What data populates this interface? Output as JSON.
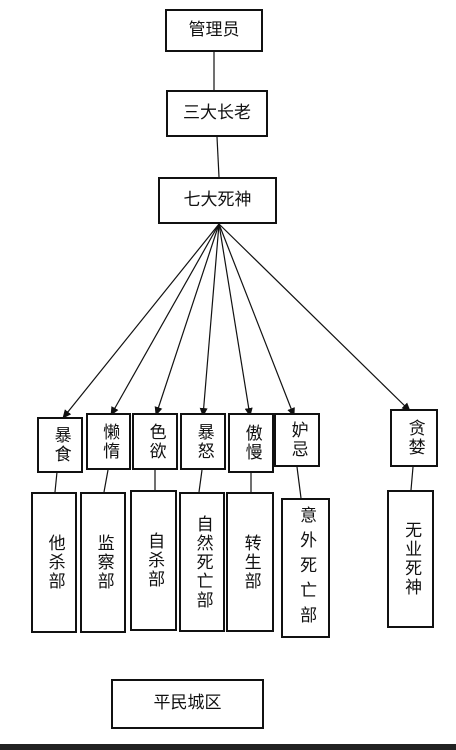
{
  "diagram": {
    "top": {
      "admin": "管理员",
      "elders": "三大长老",
      "death_gods": "七大死神"
    },
    "sins": [
      "暴食",
      "懒惰",
      "色欲",
      "暴怒",
      "傲慢",
      "妒忌",
      "贪婪"
    ],
    "departments": [
      "他杀部",
      "监察部",
      "自杀部",
      "自然死亡部",
      "转生部",
      "意外死亡部",
      "无业死神"
    ],
    "bottom": "平民城区",
    "colors": {
      "line": "#111111",
      "background": "#ffffff"
    }
  }
}
